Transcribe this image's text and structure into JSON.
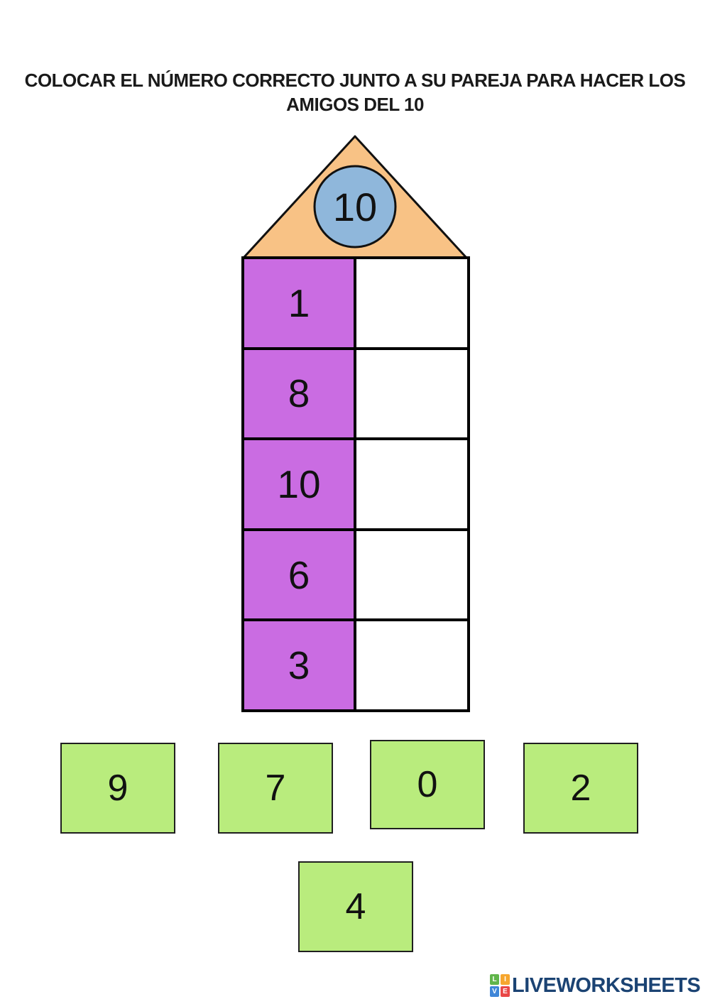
{
  "header": {
    "title_lines": [
      "COLOCAR EL NÚMERO CORRECTO JUNTO A SU PAREJA PARA HACER LOS",
      "AMIGOS DEL 10"
    ]
  },
  "house": {
    "roof_value": "10",
    "colors": {
      "roof": "#F8C285",
      "circle": "#8FB7DB",
      "outline": "#111111"
    }
  },
  "table": {
    "rows": [
      {
        "given": "1",
        "answer": ""
      },
      {
        "given": "8",
        "answer": ""
      },
      {
        "given": "10",
        "answer": ""
      },
      {
        "given": "6",
        "answer": ""
      },
      {
        "given": "3",
        "answer": ""
      }
    ],
    "colors": {
      "given_cell": "#CA6CE2",
      "answer_cell": "#FFFFFF",
      "border": "#000000"
    }
  },
  "tiles": [
    {
      "label": "9"
    },
    {
      "label": "7"
    },
    {
      "label": "0"
    },
    {
      "label": "2"
    },
    {
      "label": "4"
    }
  ],
  "tiles_color": "#B9EC7D",
  "footer": {
    "brand": "LIVEWORKSHEETS",
    "brand_color": "#1B4373",
    "icon_letters": [
      "L",
      "I",
      "V",
      "E"
    ],
    "icon_colors": [
      "#61B54B",
      "#F6A62E",
      "#3E86D8",
      "#E94746"
    ]
  }
}
